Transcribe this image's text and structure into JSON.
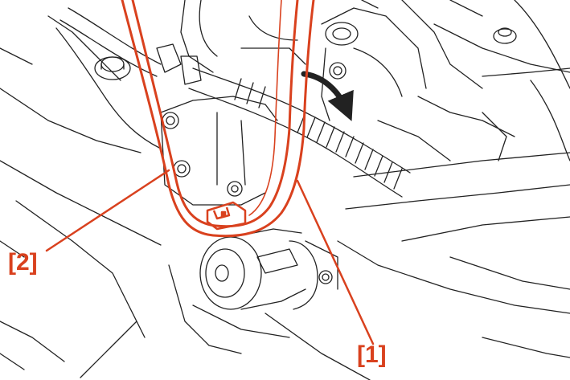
{
  "colors": {
    "line_art": "#222222",
    "highlight": "#d9411e",
    "background": "#ffffff"
  },
  "callouts": [
    {
      "label": "[2]",
      "target": "hose-clip"
    },
    {
      "label": "[1]",
      "target": "hose"
    }
  ],
  "annotations": {
    "arrow": "curved-arrow-icon"
  }
}
